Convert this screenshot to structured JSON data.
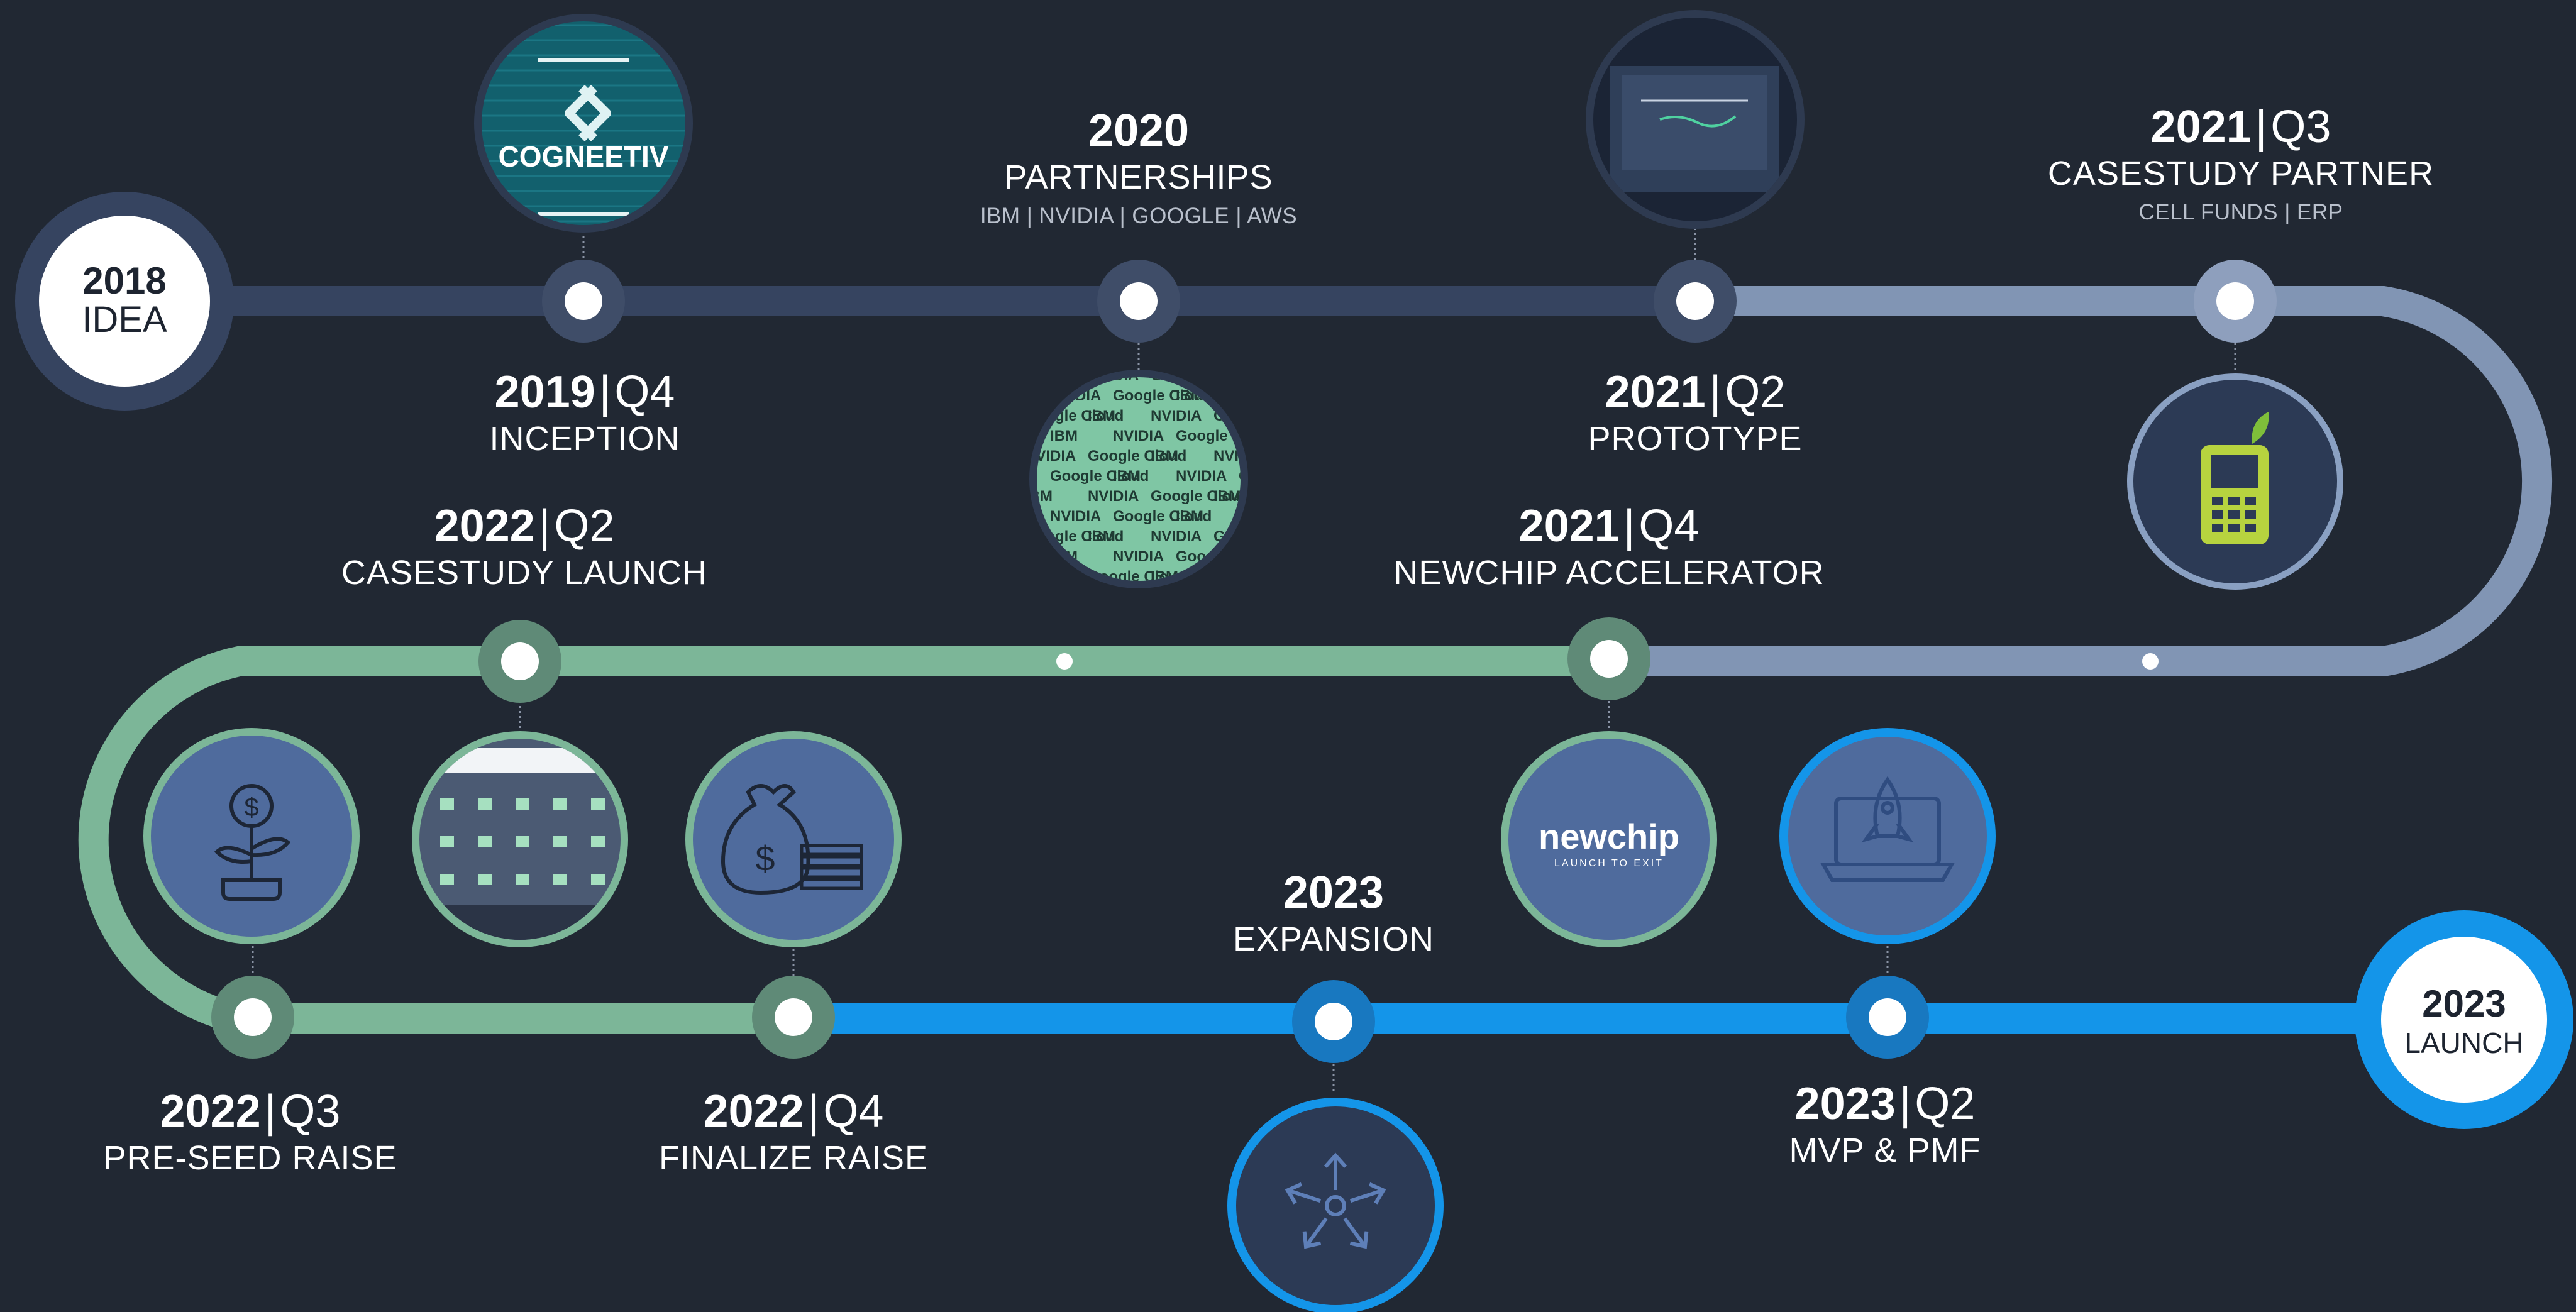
{
  "colors": {
    "background": "#212833",
    "track_dark": "#364460",
    "track_gray": "#8195b4",
    "track_green": "#7cb698",
    "track_blue": "#1495e9",
    "circle_fill": "#4f6b9d",
    "circle_fill_dark": "#2c3a55",
    "phone_icon": "#b7d33f"
  },
  "start": {
    "year": "2018",
    "label": "IDEA"
  },
  "end": {
    "year": "2023",
    "label": "LAUNCH"
  },
  "milestones": [
    {
      "year": "2019",
      "quarter": "Q4",
      "title": "INCEPTION",
      "icon": "cogneetiv-logo-image"
    },
    {
      "year": "2020",
      "quarter": "",
      "title": "PARTNERSHIPS",
      "subtitle": "IBM | NVIDIA | GOOGLE | AWS",
      "icon": "partner-logos-image"
    },
    {
      "year": "2021",
      "quarter": "Q2",
      "title": "PROTOTYPE",
      "icon": "prototype-screen-image"
    },
    {
      "year": "2021",
      "quarter": "Q3",
      "title": "CASESTUDY PARTNER",
      "subtitle": "CELL FUNDS | ERP",
      "icon": "mobile-phone-icon"
    },
    {
      "year": "2021",
      "quarter": "Q4",
      "title": "NEWCHIP ACCELERATOR",
      "icon": "newchip-logo"
    },
    {
      "year": "2022",
      "quarter": "Q2",
      "title": "CASESTUDY LAUNCH",
      "icon": "app-screenshot-image"
    },
    {
      "year": "2022",
      "quarter": "Q3",
      "title": "PRE-SEED RAISE",
      "icon": "money-plant-icon"
    },
    {
      "year": "2022",
      "quarter": "Q4",
      "title": "FINALIZE RAISE",
      "icon": "money-bag-icon"
    },
    {
      "year": "2023",
      "quarter": "",
      "title": "EXPANSION",
      "icon": "expansion-arrows-icon"
    },
    {
      "year": "2023",
      "quarter": "Q2",
      "title": "MVP & PMF",
      "icon": "rocket-laptop-icon"
    }
  ],
  "logos": {
    "cogneetiv": "COGNEETIV",
    "newchip": "newchip",
    "newchip_tagline": "LAUNCH TO EXIT",
    "partners": [
      "IBM",
      "NVIDIA",
      "Google Cloud"
    ]
  }
}
